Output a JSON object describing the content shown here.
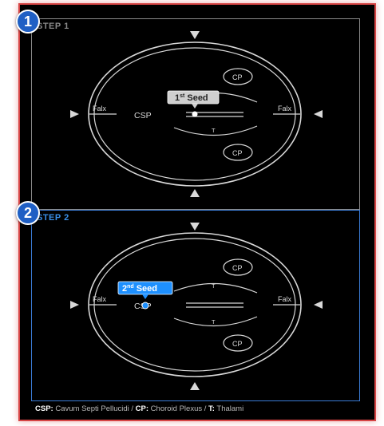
{
  "steps": [
    {
      "number": "1",
      "title": "STEP 1",
      "seed_label": "1st Seed",
      "seed_base": "1",
      "seed_sup": "st",
      "seed_word": "Seed"
    },
    {
      "number": "2",
      "title": "STEP 2",
      "seed_label": "2nd Seed",
      "seed_base": "2",
      "seed_sup": "nd",
      "seed_word": "Seed"
    }
  ],
  "labels": {
    "falx": "Falx",
    "csp": "CSP",
    "cp": "CP",
    "t": "T"
  },
  "legend": {
    "csp_abbr": "CSP:",
    "csp_text": " Cavum Septi Pellucidi  / ",
    "cp_abbr": "CP:",
    "cp_text": " Choroid Plexus  / ",
    "t_abbr": "T:",
    "t_text": " Thalami"
  },
  "colors": {
    "step1_border": "#8a8a8a",
    "step2_border": "#3a7bd5",
    "seed1_tag": "#cfcfcf",
    "seed2_tag": "#1e90ff",
    "frame_border": "#d64545"
  }
}
